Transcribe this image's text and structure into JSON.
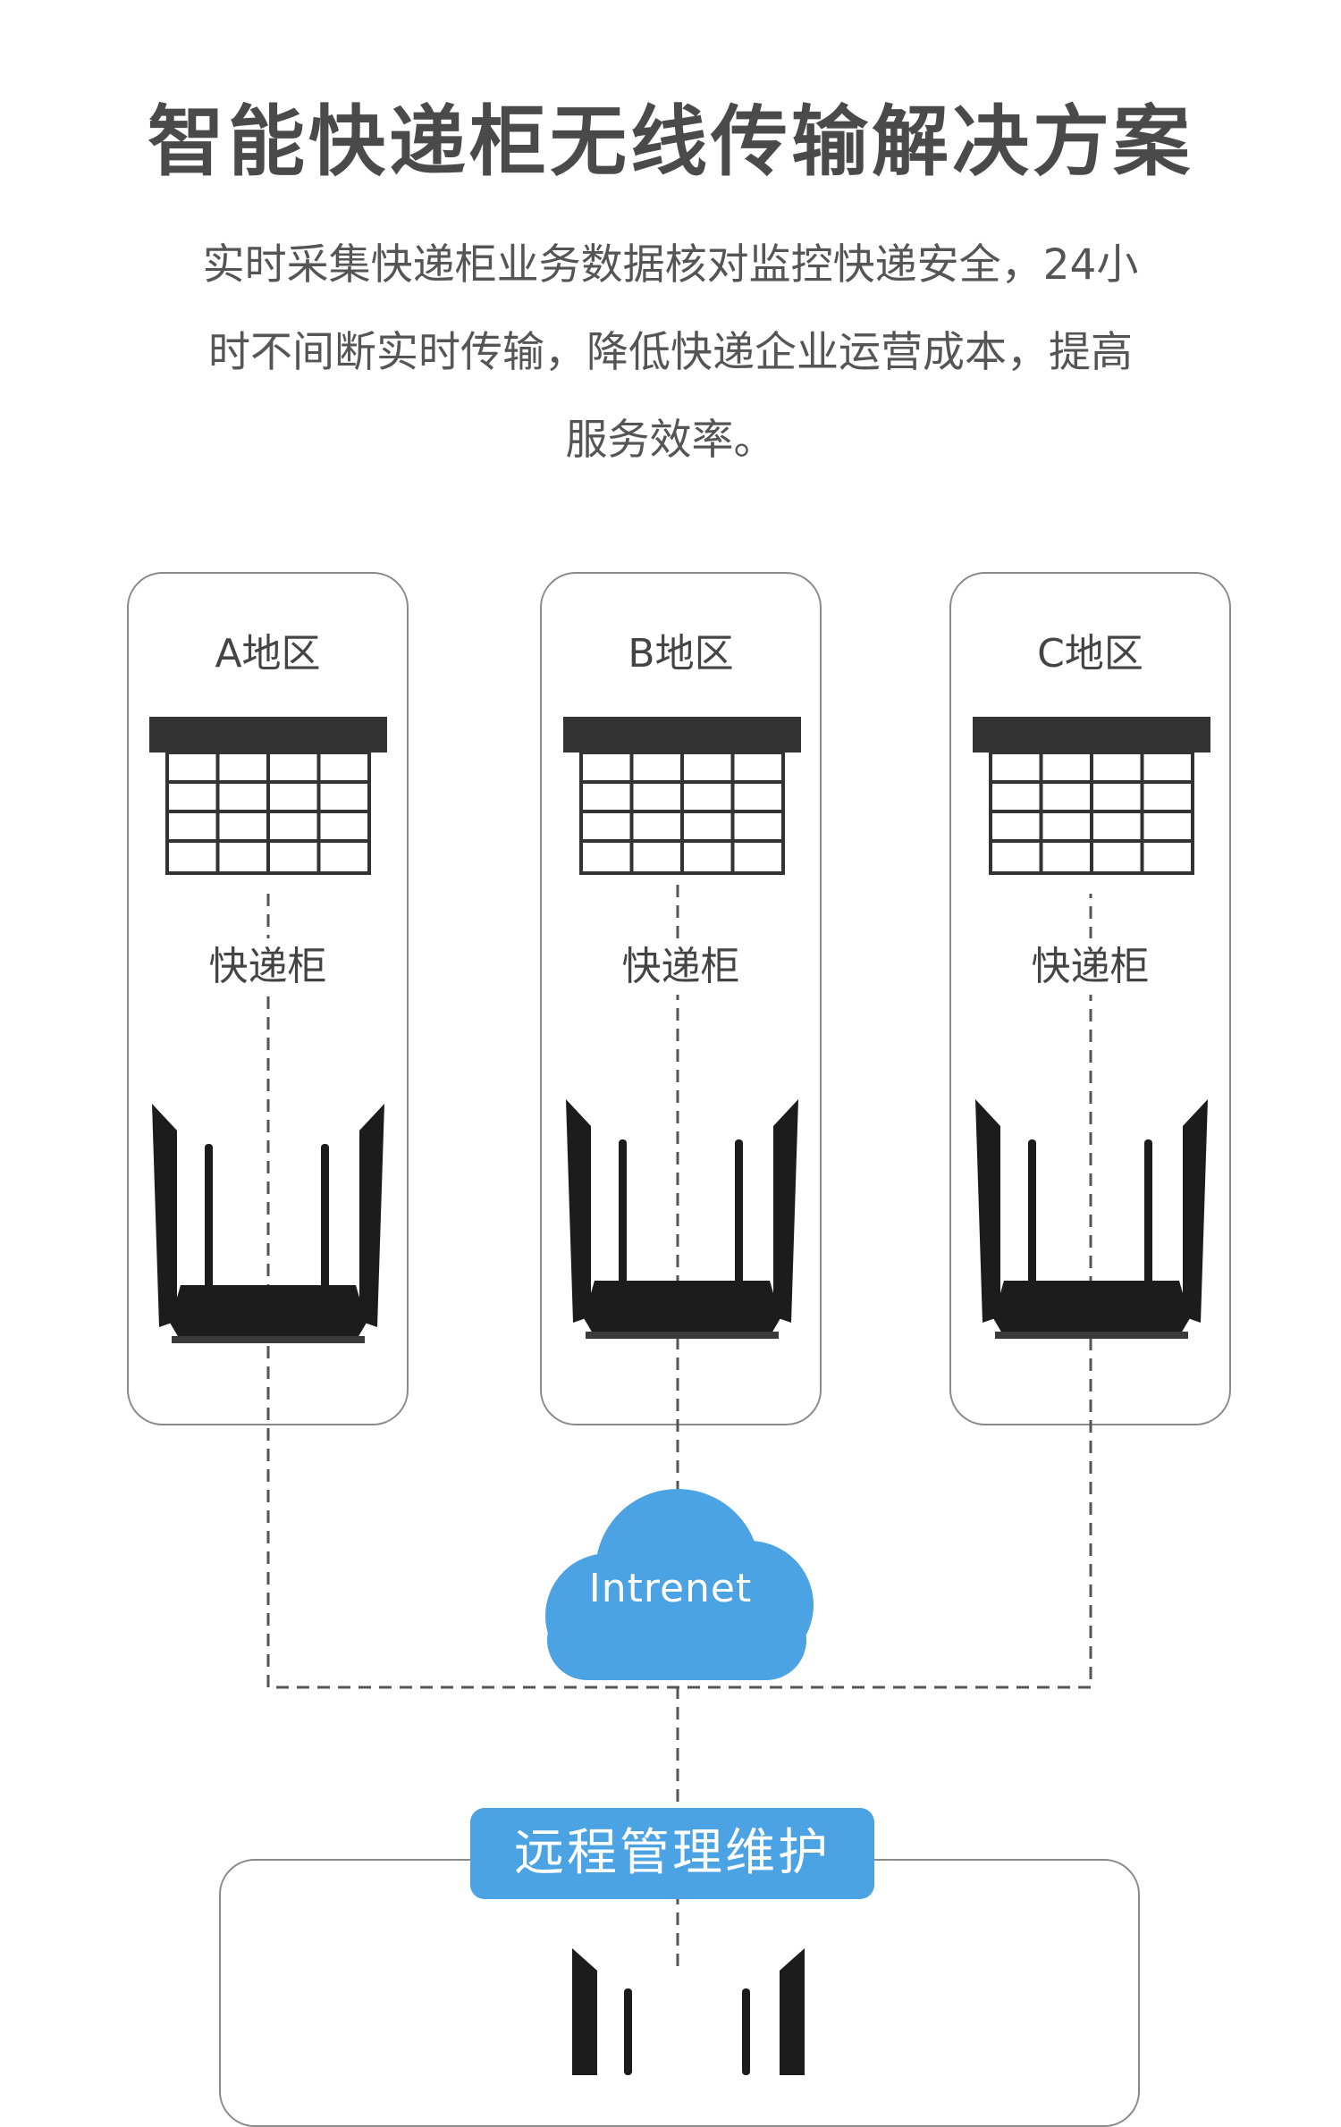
{
  "header": {
    "title": "智能快递柜无线传输解决方案",
    "description_lines": [
      "实时采集快递柜业务数据核对监控快递安全，24小",
      "时不间断实时传输，降低快递企业运营成本，提高",
      "服务效率。"
    ]
  },
  "regions": [
    {
      "label": "A地区",
      "cabinet_label": "快递柜"
    },
    {
      "label": "B地区",
      "cabinet_label": "快递柜"
    },
    {
      "label": "C地区",
      "cabinet_label": "快递柜"
    }
  ],
  "cloud": {
    "label": "Intrenet",
    "color": "#4ba3e3"
  },
  "remote": {
    "label": "远程管理维护",
    "color": "#4ba3e3"
  },
  "colors": {
    "router": "#1c1c1c",
    "cabinet": "#333333",
    "line": "#555555"
  }
}
